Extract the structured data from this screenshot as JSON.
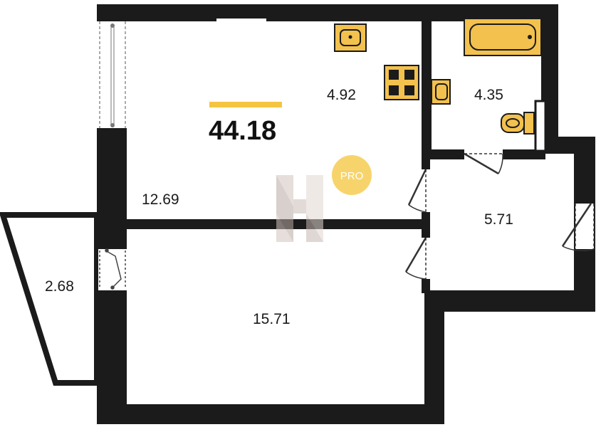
{
  "plan": {
    "total_area": "44.18",
    "badge": "PRO",
    "rooms": {
      "living_room": "12.69",
      "kitchen": "4.92",
      "bathroom": "4.35",
      "hallway": "5.71",
      "bedroom": "15.71",
      "balcony": "2.68"
    }
  },
  "colors": {
    "wall": "#1b1b1b",
    "fixture_fill": "#f2c14e",
    "fixture_stroke": "#1b1b1b",
    "accent_bar": "#f5c542",
    "badge_fill": "#f7d46b",
    "logo_grey": "#d9cfc9"
  },
  "icons": [
    "sink-icon",
    "stove-icon",
    "bathtub-icon",
    "toilet-icon",
    "logo-icon"
  ]
}
